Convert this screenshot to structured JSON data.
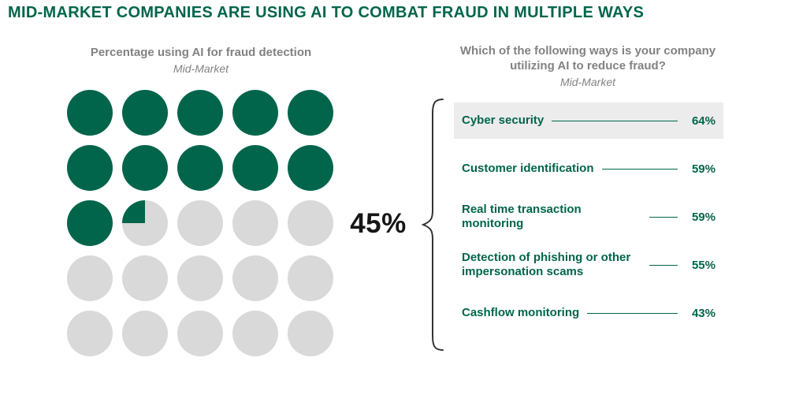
{
  "title": "MID-MARKET COMPANIES ARE USING AI TO COMBAT FRAUD IN MULTIPLE WAYS",
  "left_chart": {
    "title": "Percentage using AI for fraud detection",
    "subtitle": "Mid-Market",
    "value_label": "45%"
  },
  "right_chart": {
    "title": "Which of the following ways is your company utilizing AI to reduce fraud?",
    "subtitle": "Mid-Market",
    "items": [
      {
        "label": "Cyber security",
        "value": "64%",
        "highlight": true
      },
      {
        "label": "Customer identification",
        "value": "59%",
        "highlight": false
      },
      {
        "label": "Real time transaction monitoring",
        "value": "59%",
        "highlight": false
      },
      {
        "label": "Detection of phishing or other impersonation scams",
        "value": "55%",
        "highlight": false
      },
      {
        "label": "Cashflow monitoring",
        "value": "43%",
        "highlight": false
      }
    ]
  },
  "chart_data": [
    {
      "type": "waffle",
      "title": "Percentage using AI for fraud detection",
      "subtitle": "Mid-Market",
      "value_percent": 45,
      "total_units": 25,
      "unit_value_percent": 4,
      "full_units": 11,
      "partial_unit_fraction": 0.25,
      "grid": "5x5",
      "legend_position": "none"
    },
    {
      "type": "bar",
      "title": "Which of the following ways is your company utilizing AI to reduce fraud?",
      "subtitle": "Mid-Market",
      "categories": [
        "Cyber security",
        "Customer identification",
        "Real time transaction monitoring",
        "Detection of phishing or other impersonation scams",
        "Cashflow monitoring"
      ],
      "values": [
        64,
        59,
        59,
        55,
        43
      ],
      "highlighted_category": "Cyber security",
      "value_suffix": "%"
    }
  ],
  "colors": {
    "green": "#00654b",
    "circle_gray": "#d9d9d9",
    "header_gray": "#828282",
    "highlight_bg": "#ececec",
    "value_color": "#161616",
    "brace_color": "#333333",
    "background": "#ffffff"
  }
}
